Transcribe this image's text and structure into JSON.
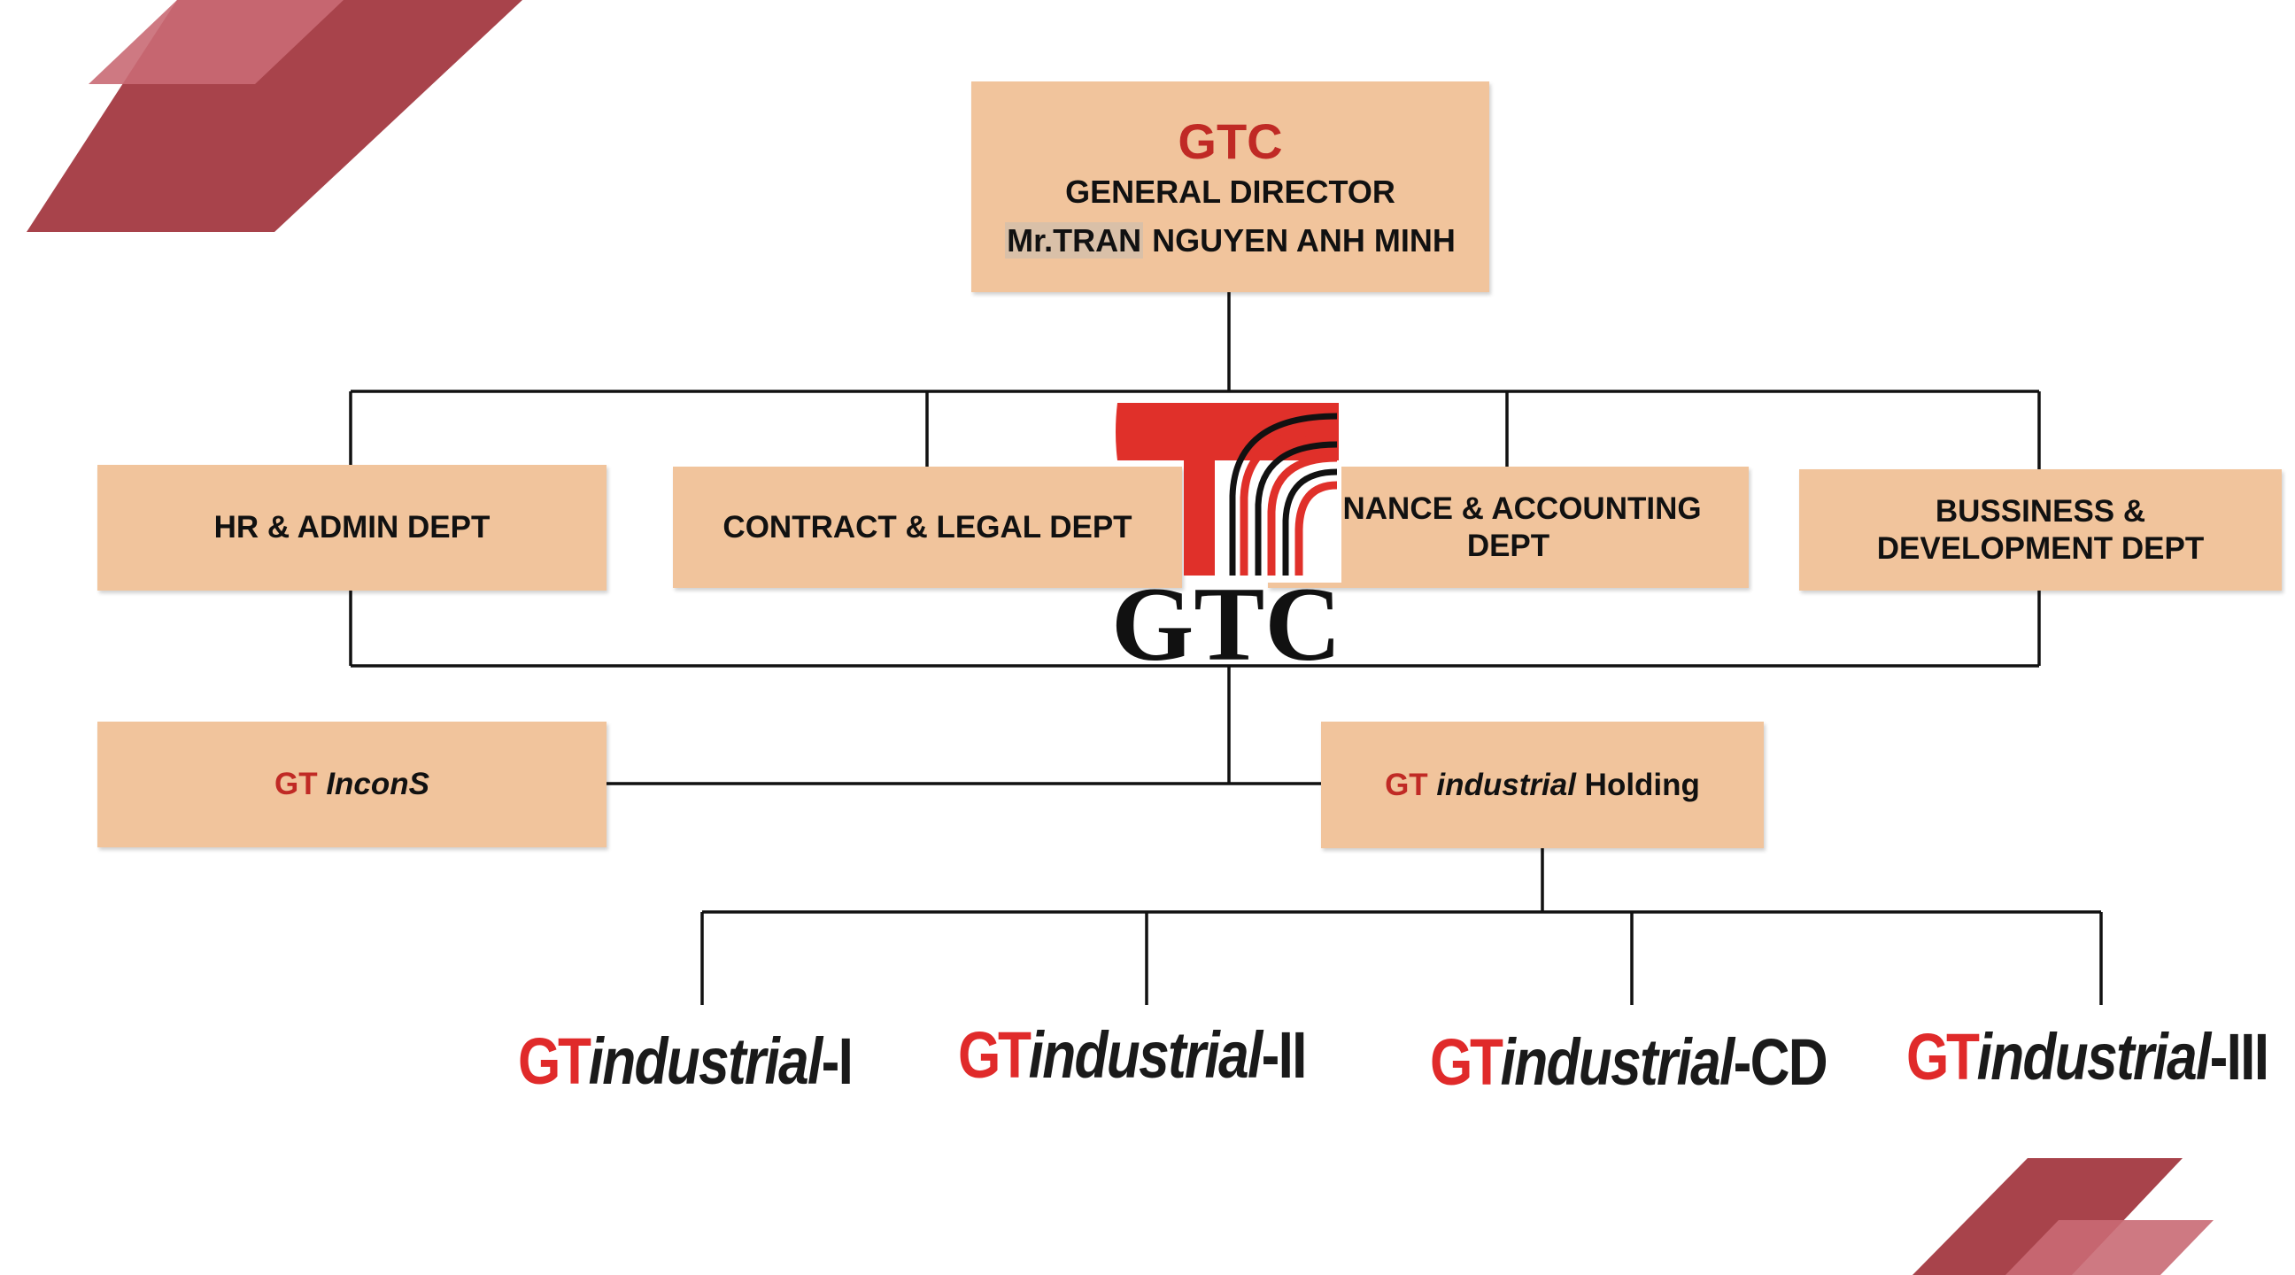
{
  "top": {
    "company": "GTC",
    "title": "GENERAL DIRECTOR",
    "name_prefix": "Mr.TRAN",
    "name_rest": " NGUYEN ANH MINH"
  },
  "departments": {
    "hr": "HR & ADMIN DEPT",
    "contract": "CONTRACT & LEGAL DEPT",
    "finance_line1": "FINANCE & ACCOUNTING",
    "finance_line2": "DEPT",
    "business_line1": "BUSSINESS &",
    "business_line2": "DEVELOPMENT DEPT"
  },
  "center_logo": {
    "text": "GTC",
    "color": "#e0302a"
  },
  "subsidiaries": {
    "incons_gt": "GT",
    "incons_name": "InconS",
    "holding_gt": "GT",
    "holding_industrial": "industrial",
    "holding_rest": " Holding"
  },
  "brands": [
    {
      "gt": "GT",
      "industrial": "industrial",
      "suffix": "-I"
    },
    {
      "gt": "GT",
      "industrial": "industrial",
      "suffix": "-II"
    },
    {
      "gt": "GT",
      "industrial": "industrial",
      "suffix": "-CD"
    },
    {
      "gt": "GT",
      "industrial": "industrial",
      "suffix": "-III"
    }
  ],
  "colors": {
    "box_fill": "#f1c49c",
    "brand_red": "#c02a25",
    "deco_red": "#a8434b"
  }
}
